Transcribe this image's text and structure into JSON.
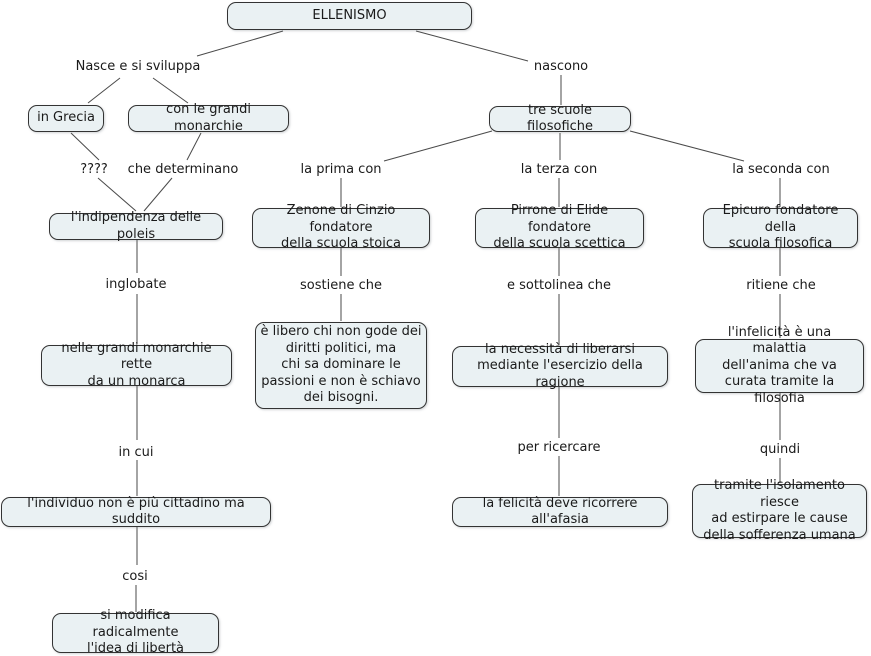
{
  "colors": {
    "canvas": "#ffffff",
    "node_fill": "#eaf1f3",
    "node_border": "#333333",
    "connector": "#4a4a4a",
    "text": "#1a1a1a"
  },
  "root": {
    "label": "ELLENISMO"
  },
  "left_branch": {
    "origin_label": "Nasce e si sviluppa",
    "in_grecia": "in Grecia",
    "grandi_monarchie": "con le grandi monarchie",
    "question_marks": "????",
    "che_determinano": "che determinano",
    "indipendenza_poleis": "l'indipendenza delle poleis",
    "inglobate": "inglobate",
    "monarchie_rette": "nelle grandi monarchie rette\nda un monarca",
    "in_cui": "in cui",
    "individuo_suddito": "l'individuo non è più cittadino ma suddito",
    "cosi": "cosi",
    "idea_liberta": "si modifica radicalmente\nl'idea di libertà"
  },
  "right_branch": {
    "origin_label": "nascono",
    "tre_scuole": "tre scuole filosofiche",
    "stoica": {
      "link": "la prima con",
      "founder": "Zenone di Cinzio fondatore\ndella scuola stoica",
      "link2": "sostiene che",
      "tesi": "è libero chi non gode dei\ndiritti politici, ma\nchi sa dominare le\npassioni e non è schiavo\ndei bisogni."
    },
    "scettica": {
      "link": "la terza con",
      "founder": "Pirrone di Elide fondatore\ndella scuola scettica",
      "link2": "e sottolinea che",
      "tesi": "la necessità di liberarsi\nmediante l'esercizio della ragione",
      "link3": "per ricercare",
      "conclusione": "la felicità deve ricorrere all'afasia"
    },
    "epicurea": {
      "link": "la seconda con",
      "founder": "Epicuro fondatore della\nscuola filosofica",
      "link2": "ritiene che",
      "tesi": "l'infelicità è una malattia\ndell'anima che va\ncurata tramite la filosofia",
      "link3": "quindi",
      "conclusione": "tramite l'isolamento riesce\nad estirpare le cause\ndella sofferenza umana"
    }
  }
}
